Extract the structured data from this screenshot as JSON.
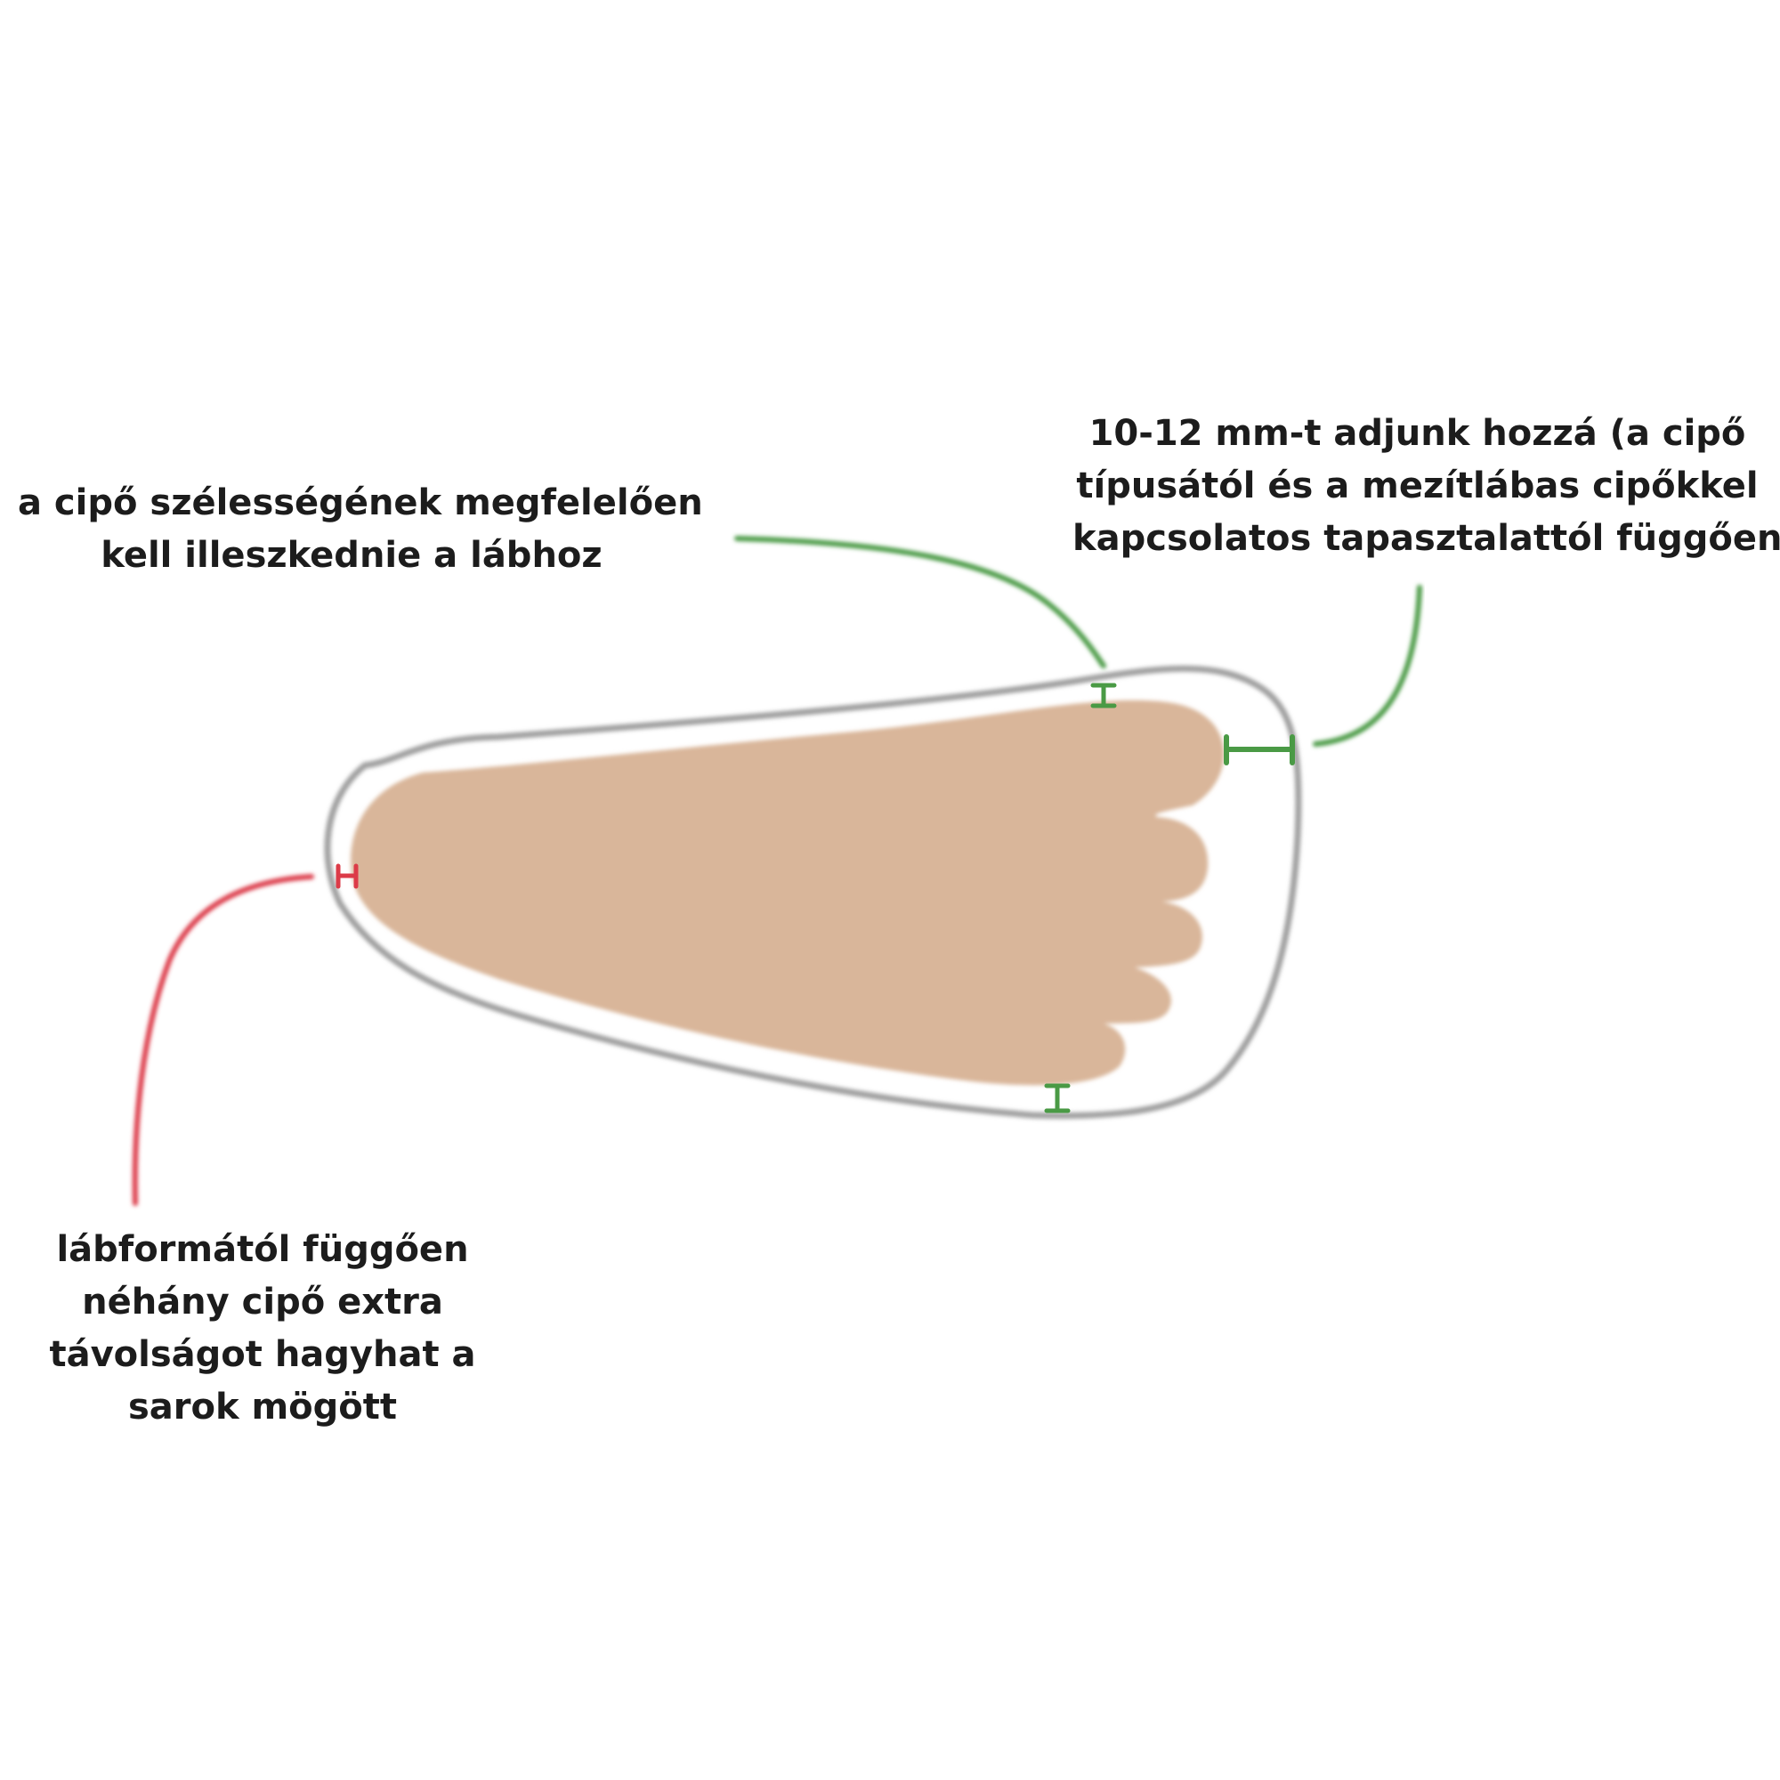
{
  "labels": {
    "width_fit": [
      "a cipő szélességének megfelelően",
      "kell illeszkednie a lábhoz"
    ],
    "toe_allowance": [
      "10-12 mm-t adjunk hozzá (a cipő",
      "típusától és a mezítlábas cipőkkel",
      "kapcsolatos tapasztalattól függően)"
    ],
    "heel_space": [
      "lábformától függően",
      "néhány cipő extra",
      "távolságot hagyhat a",
      "sarok mögött"
    ]
  },
  "colors": {
    "foot": "#d9b69a",
    "shoe_outline": "#9e9e9e",
    "green_marker": "#4a9a45",
    "red_marker": "#dc3b48",
    "text": "#1c1c1c"
  }
}
